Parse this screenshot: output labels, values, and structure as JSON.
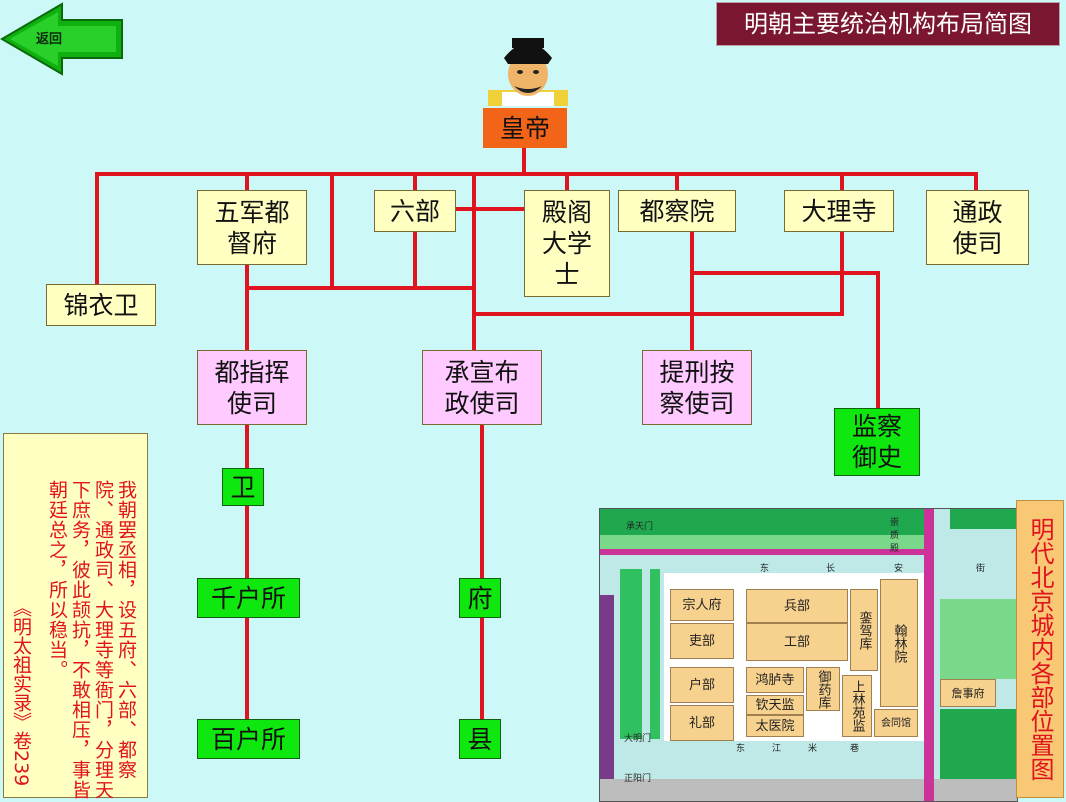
{
  "header": {
    "title": "明朝主要统治机构布局简图",
    "back_label": "返回"
  },
  "diagram": {
    "root": "皇帝",
    "central": {
      "wujun": "五军都\n督府",
      "liubu": "六部",
      "dianxue": "殿阁\n大学\n士",
      "duchayuan": "都察院",
      "dalisi": "大理寺",
      "tongzheng": "通政\n使司",
      "jinyiwei": "锦衣卫"
    },
    "local": {
      "duzhihui": "都指挥\n使司",
      "chengxuan": "承宣布\n政使司",
      "tixing": "提刑按\n察使司",
      "jiancha": "监察\n御史"
    },
    "military": {
      "wei": "卫",
      "qianhu": "千户所",
      "baihu": "百户所"
    },
    "civil": {
      "fu": "府",
      "xian": "县"
    }
  },
  "quote": {
    "text": "我朝罢丞相，设五府、六部、都察院、通政司、大理寺等衙门，分理天下庶务，彼此颉抗，不敢相压，事皆朝廷总之，所以稳当。",
    "source": "《明太祖实录》卷239"
  },
  "map": {
    "title": "明代北京城内各部位置图",
    "gate_north": "承天门",
    "gate_south": "大明门",
    "gate_south2": "正阳门",
    "hall": "崇质殿",
    "street_north": [
      "东",
      "长",
      "安",
      "街"
    ],
    "street_south": [
      "东",
      "江",
      "米",
      "巷"
    ],
    "buildings": {
      "zongrenfu": "宗人府",
      "libu_official": "吏部",
      "hubu": "户部",
      "libu_rites": "礼部",
      "bingbu": "兵部",
      "gongbu": "工部",
      "honglusi": "鸿胪寺",
      "qintianjian": "钦天监",
      "taiyiyuan": "太医院",
      "yuyaoku": "御药库",
      "luanjiaku": "銮驾库",
      "hanlinyuan": "翰林院",
      "shanglinyuan": "上林苑监",
      "huitongguan": "会同馆",
      "zhanshifu": "詹事府"
    }
  }
}
